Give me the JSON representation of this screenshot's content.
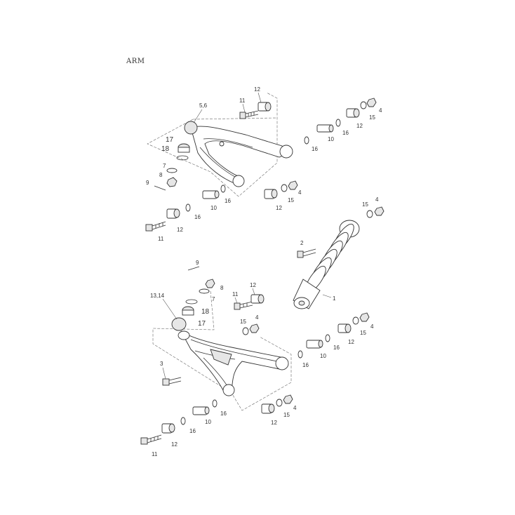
{
  "title": "ARM",
  "labels": {
    "u12a": "12",
    "u11a": "11",
    "u56": "5,6",
    "u17": "17",
    "u18": "18",
    "u7": "7",
    "u8": "8",
    "u9": "9",
    "u4a": "4",
    "u15a": "15",
    "u12b": "12",
    "u16a": "16",
    "u10a": "10",
    "u16b": "16",
    "u4b": "4",
    "u15b": "15",
    "u12c": "12",
    "u16c": "16",
    "u10b": "10",
    "u16d": "16",
    "u12d": "12",
    "u11b": "11",
    "s4": "4",
    "s15": "15",
    "s2": "2",
    "s1": "1",
    "l9": "9",
    "l8": "8",
    "l7": "7",
    "l18": "18",
    "l17": "17",
    "l1314": "13,14",
    "l11a": "11",
    "l12a": "12",
    "l15a": "15",
    "l4a": "4",
    "l4b": "4",
    "l15b": "15",
    "l12b": "12",
    "l16a": "16",
    "l10a": "10",
    "l16b": "16",
    "l3": "3",
    "l4c": "4",
    "l15c": "15",
    "l12c": "12",
    "l16c": "16",
    "l10b": "10",
    "l16d": "16",
    "l12d": "12",
    "l11b": "11"
  }
}
